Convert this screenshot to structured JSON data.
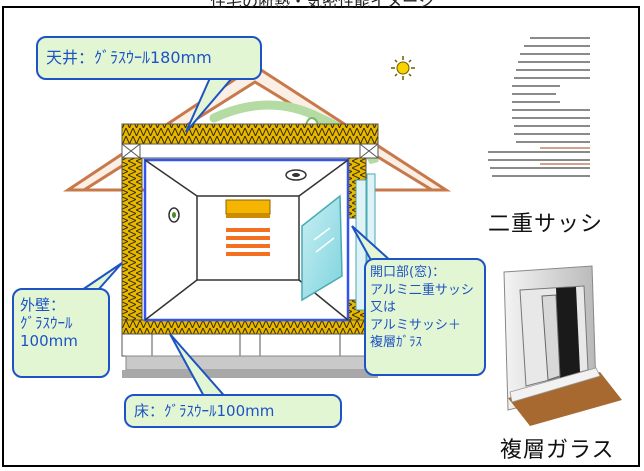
{
  "header": {
    "title": "住宅の断熱・気密性能イメージ"
  },
  "callouts": {
    "ceiling": "天井：ｸﾞﾗｽｳｰﾙ180mm",
    "wall_line1": "外壁：",
    "wall_line2": "ｸﾞﾗｽｳｰﾙ",
    "wall_line3": "100mm",
    "floor": "床：ｸﾞﾗｽｳｰﾙ100mm",
    "opening_line1": "開口部(窓)：",
    "opening_line2": "アルミ二重サッシ",
    "opening_line3": "又は",
    "opening_line4": "アルミサッシ＋",
    "opening_line5": "複層ｶﾞﾗｽ"
  },
  "photos": {
    "double_sash_caption": "二重サッシ",
    "double_glazing_caption": "複層ガラス"
  },
  "colors": {
    "callout_bg": "#e3f6d4",
    "callout_border": "#1d53c4",
    "insulation": "#e6b800",
    "roof_line": "#c8794a",
    "room_outline": "#3355ee"
  },
  "icons": [
    "sun-icon",
    "ceiling-light-icon",
    "wall-outlet-icon",
    "air-conditioner-icon",
    "heater-icon",
    "window-glass-icon",
    "duct-pipe-icon"
  ]
}
